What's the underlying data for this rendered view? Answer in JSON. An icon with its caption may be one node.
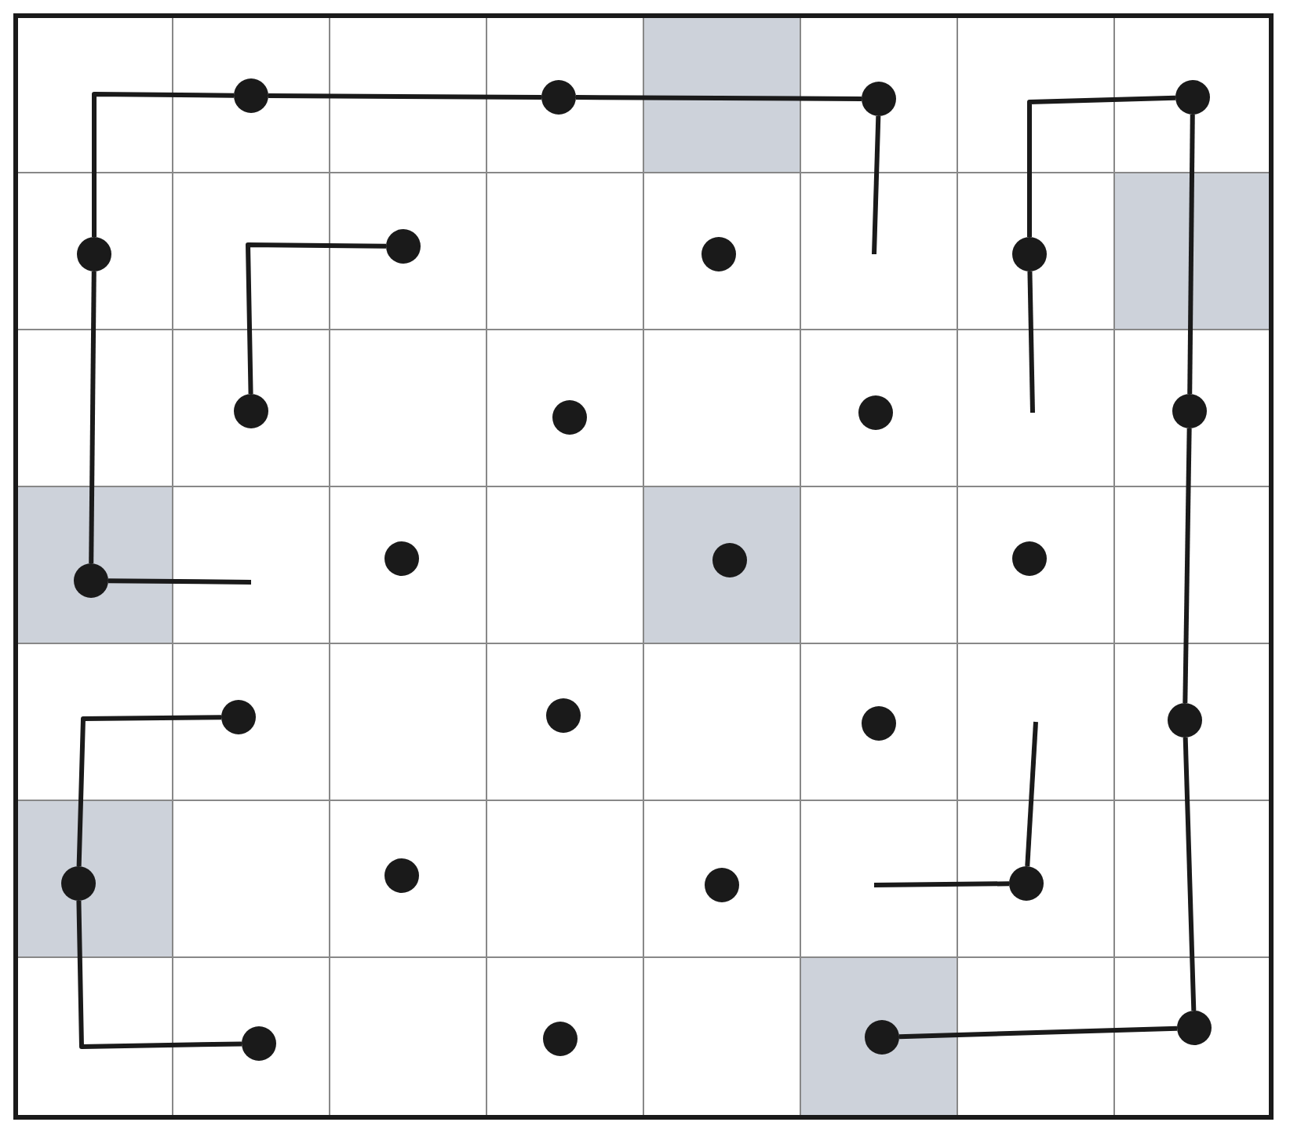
{
  "diagram": {
    "nodes": [
      {
        "text": [],
        "shape": "circle"
      },
      {
        "text": [],
        "shape": "circle"
      },
      {
        "text": [],
        "shape": "circle"
      },
      {
        "text": [],
        "shape": "circle"
      },
      {
        "text": [],
        "shape": "circle"
      },
      {
        "text": [],
        "shape": "circle"
      },
      {
        "text": [],
        "shape": "circle"
      },
      {
        "text": [],
        "shape": "circle"
      },
      {
        "text": [],
        "shape": "circle"
      },
      {
        "text": [],
        "shape": "circle"
      },
      {
        "text": [],
        "shape": "circle"
      },
      {
        "text": [],
        "shape": "circle"
      },
      {
        "text": [],
        "shape": "circle"
      },
      {
        "text": [],
        "shape": "circle"
      },
      {
        "text": [],
        "shape": "circle"
      },
      {
        "text": [],
        "shape": "circle"
      },
      {
        "text": [],
        "shape": "circle"
      },
      {
        "text": [],
        "shape": "circle"
      },
      {
        "text": [],
        "shape": "circle"
      },
      {
        "text": [],
        "shape": "circle"
      },
      {
        "text": [],
        "shape": "circle"
      },
      {
        "text": [],
        "shape": "circle"
      },
      {
        "text": [],
        "shape": "circle"
      },
      {
        "text": [],
        "shape": "circle"
      },
      {
        "text": [],
        "shape": "circle"
      },
      {
        "text": [],
        "shape": "circle"
      },
      {
        "text": [],
        "shape": "circle"
      },
      {
        "text": [],
        "shape": "circle"
      }
    ],
    "edges": [
      {
        "from": 4,
        "to": 0,
        "arrow": "none"
      },
      {
        "from": 0,
        "to": 1,
        "arrow": "none"
      },
      {
        "from": 1,
        "to": 2,
        "arrow": "none"
      },
      {
        "from": 2,
        "to": null,
        "arrow": "none"
      },
      {
        "from": 4,
        "to": 12,
        "arrow": "none"
      },
      {
        "from": 12,
        "to": null,
        "arrow": "none"
      },
      {
        "from": 8,
        "to": 5,
        "arrow": "none"
      },
      {
        "from": 3,
        "to": 7,
        "arrow": "none"
      },
      {
        "from": 7,
        "to": null,
        "arrow": "none"
      },
      {
        "from": 3,
        "to": 11,
        "arrow": "none"
      },
      {
        "from": 11,
        "to": 19,
        "arrow": "none"
      },
      {
        "from": 19,
        "to": 27,
        "arrow": "none"
      },
      {
        "from": 27,
        "to": 26,
        "arrow": "none"
      },
      {
        "from": 16,
        "to": 20,
        "arrow": "none"
      },
      {
        "from": 20,
        "to": 24,
        "arrow": "none"
      },
      {
        "from": null,
        "to": 23,
        "arrow": "none"
      },
      {
        "from": 23,
        "to": null,
        "arrow": "none"
      }
    ]
  }
}
